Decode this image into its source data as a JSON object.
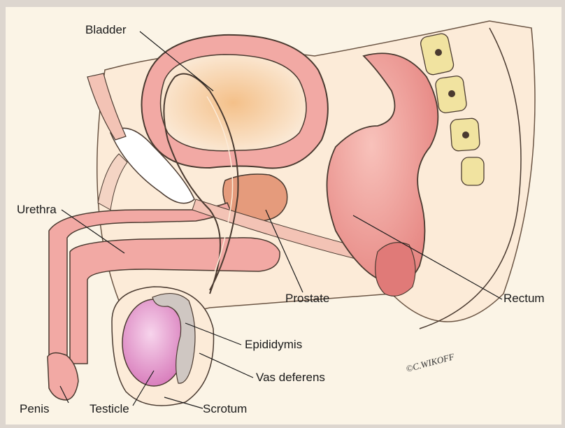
{
  "labels": {
    "bladder": "Bladder",
    "urethra": "Urethra",
    "prostate": "Prostate",
    "rectum": "Rectum",
    "epididymis": "Epididymis",
    "vas_deferens": "Vas deferens",
    "scrotum": "Scrotum",
    "testicle": "Testicle",
    "penis": "Penis"
  },
  "signature": "©C.WIKOFF",
  "colors": {
    "background": "#ddd6cf",
    "panel": "#fbf4e6",
    "tissue": "#f2a9a4",
    "tissue_dark": "#e58a86",
    "prostate": "#e59b7c",
    "bladder_inner": "#f8d6b2",
    "testicle": "#e9a4d2",
    "bone": "#f1e3a0",
    "outline": "#4a3a30"
  }
}
